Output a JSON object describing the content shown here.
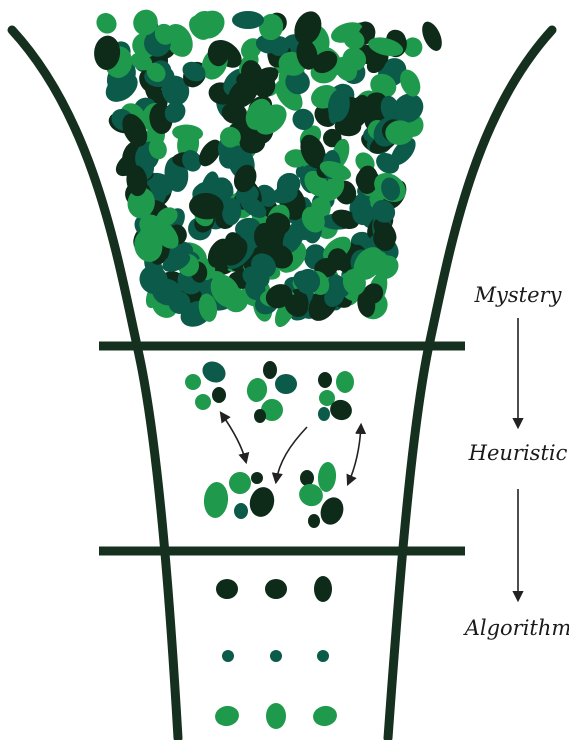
{
  "labels": {
    "mystery": "Mystery",
    "heuristic": "Heuristic",
    "algorithm": "Algorithm"
  },
  "colors": {
    "funnel": "#16301f",
    "dark": "#0e2a19",
    "teal": "#0b5a4a",
    "green": "#1f9a4c",
    "text": "#1a1a1a",
    "arrow": "#222222"
  }
}
